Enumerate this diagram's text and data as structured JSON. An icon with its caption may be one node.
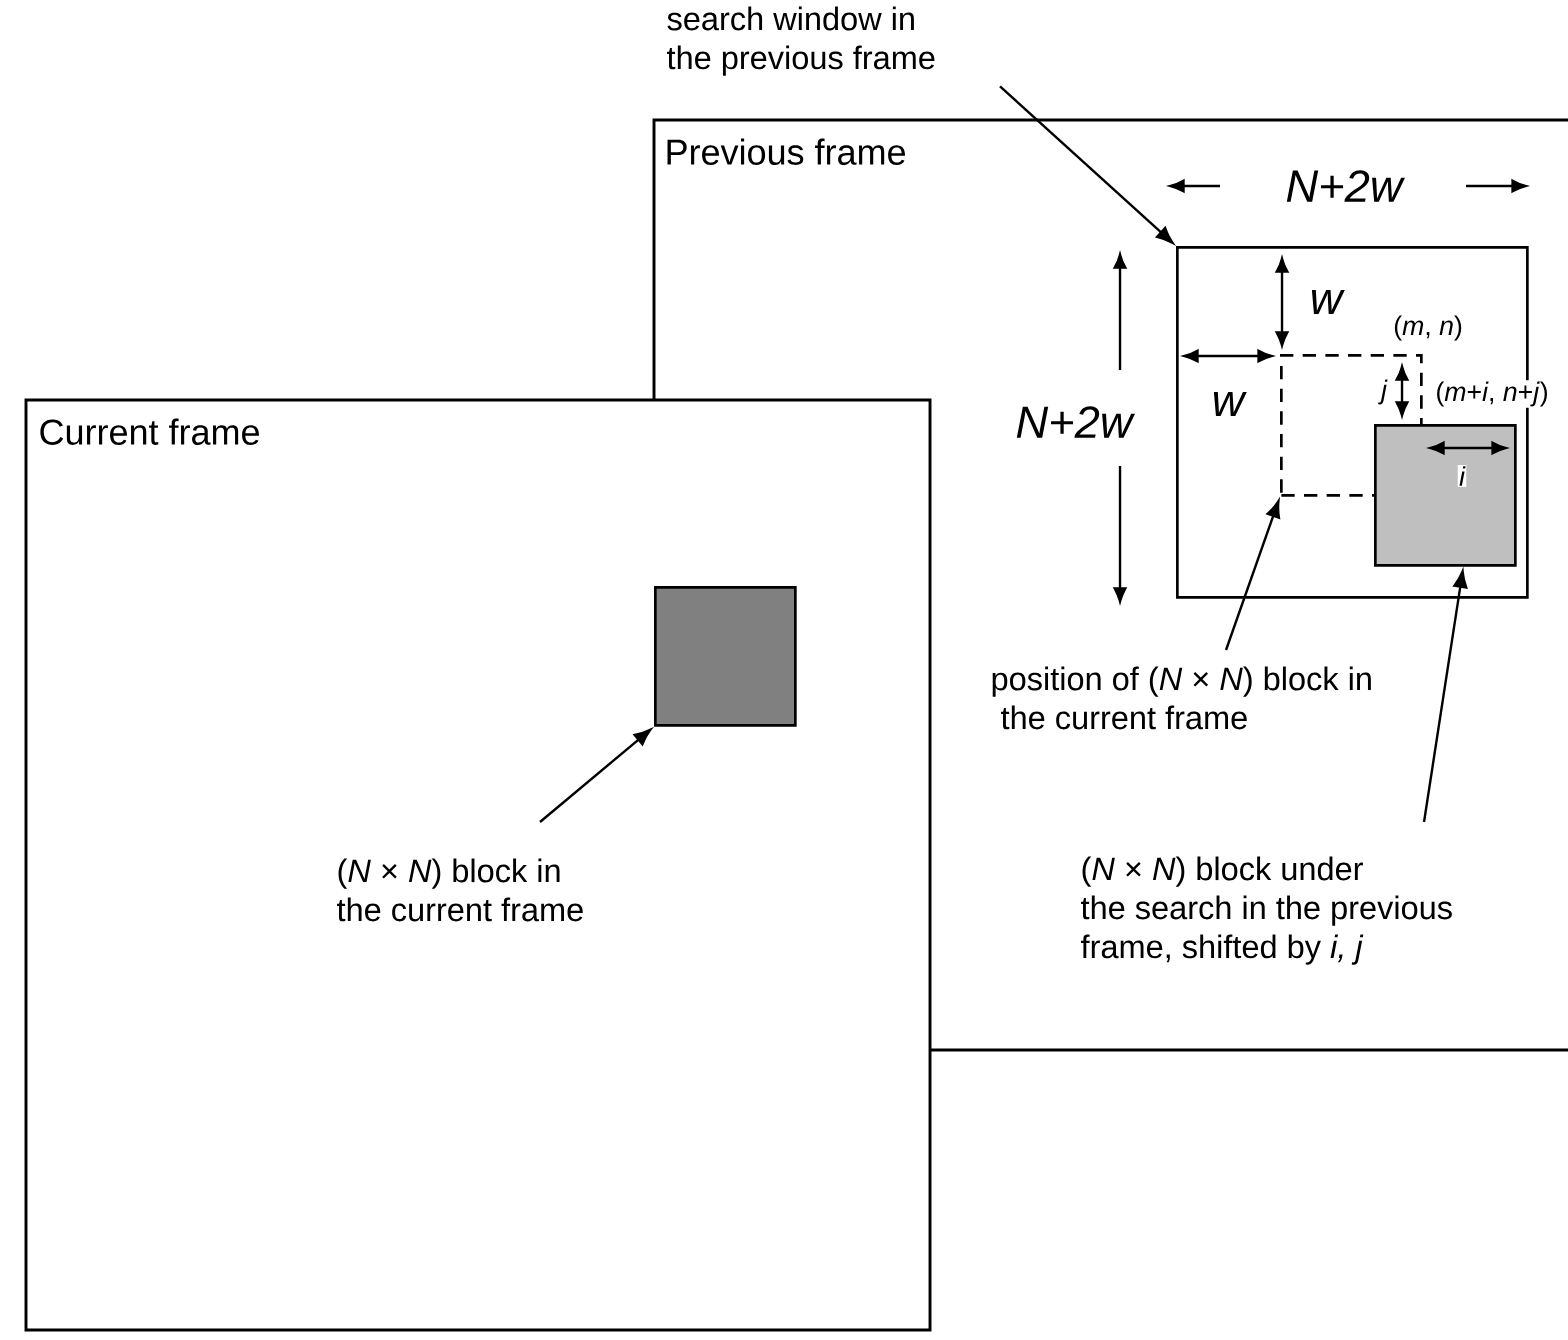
{
  "diagram": {
    "nodes": [
      {
        "text": [
          "search window in the previous frame"
        ]
      },
      {
        "text": [
          "Previous frame"
        ]
      },
      {
        "text": [],
        "shape": "box",
        "in": 1
      },
      {
        "text": [],
        "shape": "box",
        "in": 2
      },
      {
        "text": [],
        "shape": "box",
        "in": 2
      },
      {
        "text": [
          "position of (*N* × *N*) block in the current frame"
        ],
        "in": 1
      },
      {
        "text": [
          "Current frame"
        ]
      },
      {
        "text": [],
        "shape": "box"
      },
      {
        "text": [
          "(*N* × *N*) block in the current frame"
        ],
        "in": 6
      },
      {
        "text": [
          "(*N* × *N*) block under the search in the previous frame, shifted by *i, j*"
        ],
        "in": 1
      }
    ],
    "edges": [
      {
        "from": 0,
        "to": 2,
        "arrow": "to"
      },
      {
        "from": 5,
        "to": 3,
        "arrow": "to"
      },
      {
        "from": 8,
        "to": 7,
        "arrow": "to"
      },
      {
        "from": 9,
        "to": 4,
        "arrow": "to"
      }
    ],
    "labels": [
      "N+2w",
      "w",
      "(*m*, *n*)",
      "j",
      "(*m*+*i*, *n*+*j*)",
      "w",
      "N+2w",
      "i"
    ]
  }
}
